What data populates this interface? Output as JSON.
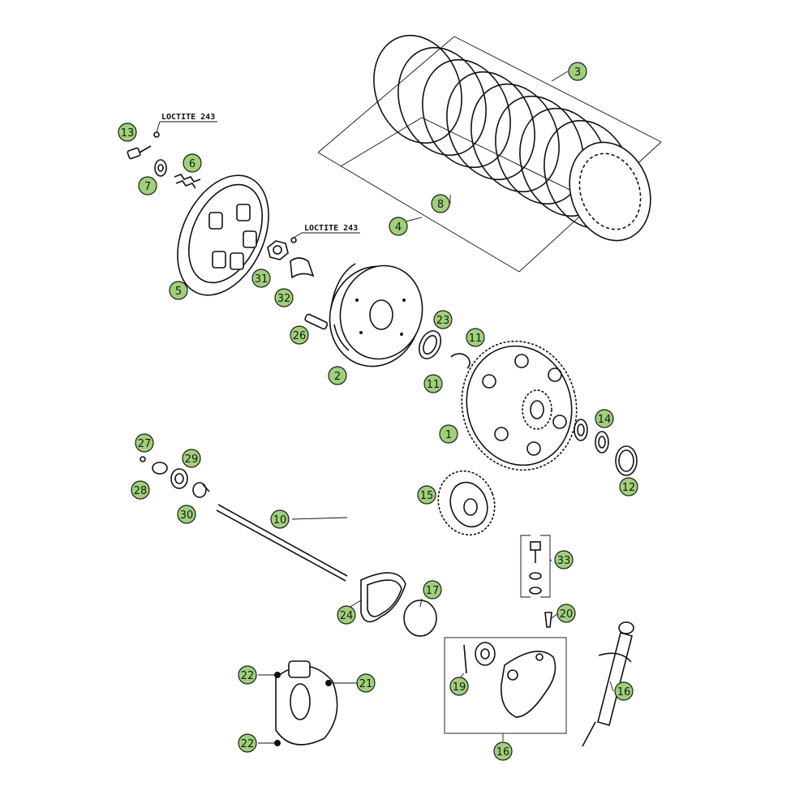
{
  "colors": {
    "callout_fill": "#9fd07a",
    "callout_stroke": "#1b1b1b",
    "ink": "#111111"
  },
  "notes": {
    "loctite_a": "LOCTITE 243",
    "loctite_b": "LOCTITE 243"
  },
  "callouts": {
    "c1": "1",
    "c2": "2",
    "c3": "3",
    "c4": "4",
    "c5": "5",
    "c6": "6",
    "c7": "7",
    "c8": "8",
    "c10": "10",
    "c11a": "11",
    "c11b": "11",
    "c12": "12",
    "c13": "13",
    "c14": "14",
    "c15": "15",
    "c16a": "16",
    "c16b": "16",
    "c17": "17",
    "c19": "19",
    "c20": "20",
    "c21": "21",
    "c22a": "22",
    "c22b": "22",
    "c23": "23",
    "c24": "24",
    "c26": "26",
    "c27": "27",
    "c28": "28",
    "c29": "29",
    "c30": "30",
    "c31": "31",
    "c32": "32",
    "c33": "33"
  }
}
